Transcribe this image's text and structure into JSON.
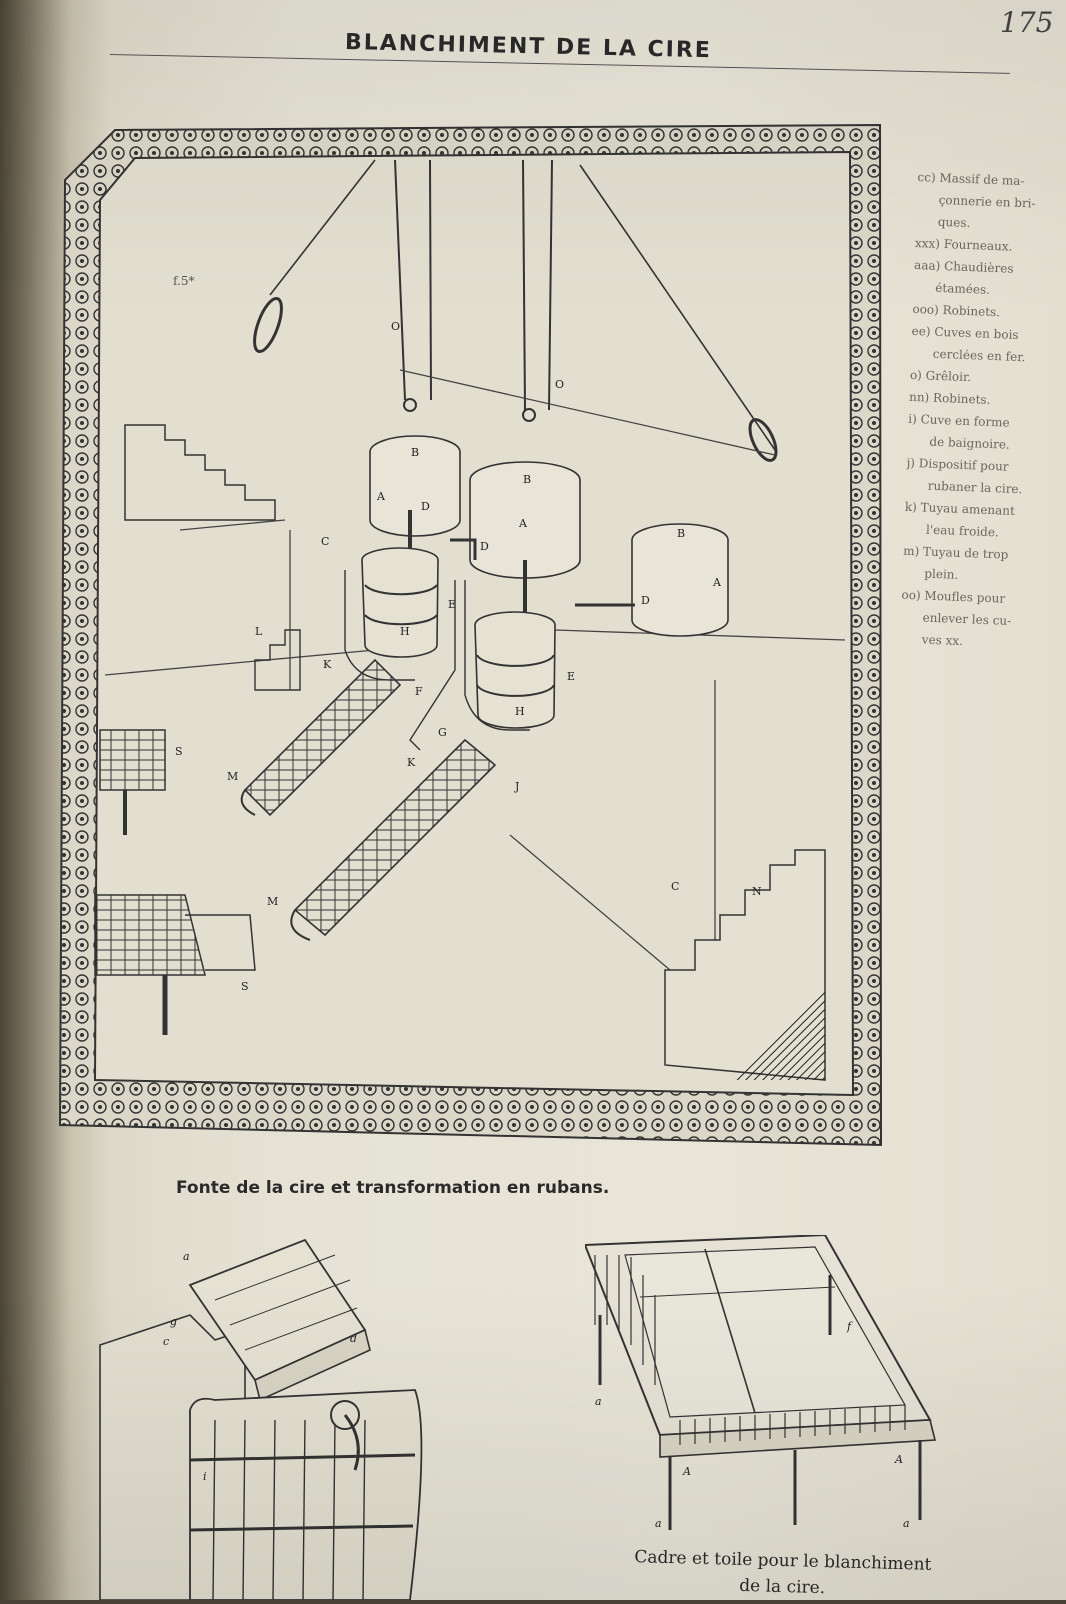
{
  "page_number": "175",
  "title": "BLANCHIMENT DE LA CIRE",
  "main_figure": {
    "caption": "Fonte de la cire et transformation en rubans.",
    "scribble": "f.5*",
    "labels": [
      "B",
      "A",
      "D",
      "B",
      "A",
      "D",
      "B",
      "A",
      "D",
      "C",
      "E",
      "H",
      "E",
      "H",
      "K",
      "K",
      "F",
      "G",
      "J",
      "M",
      "M",
      "C",
      "N",
      "S",
      "S",
      "L",
      "O",
      "O"
    ]
  },
  "legend": [
    {
      "line1": "cc) Massif de ma-",
      "line2": "çonnerie en bri-",
      "line3": "ques."
    },
    {
      "line1": "xxx) Fourneaux."
    },
    {
      "line1": "aaa) Chaudières",
      "line2": "étamées."
    },
    {
      "line1": "ooo) Robinets."
    },
    {
      "line1": "ee) Cuves en bois",
      "line2": "cerclées en fer."
    },
    {
      "line1": "o) Grêloir."
    },
    {
      "line1": "nn) Robinets."
    },
    {
      "line1": "i) Cuve en forme",
      "line2": "de baignoire."
    },
    {
      "line1": "j) Dispositif pour",
      "line2": "rubaner la cire."
    },
    {
      "line1": "k) Tuyau amenant",
      "line2": "l'eau froide."
    },
    {
      "line1": "m) Tuyau de trop",
      "line2": "plein."
    },
    {
      "line1": "oo) Moufles pour",
      "line2": "enlever les cu-",
      "line3": "ves xx."
    }
  ],
  "bottom_left_figure": {
    "labels": [
      "a",
      "d",
      "g",
      "c",
      "i"
    ]
  },
  "bottom_right_figure": {
    "caption_line1": "Cadre et toile pour le blanchiment",
    "caption_line2": "de la cire.",
    "labels": [
      "a",
      "a",
      "a",
      "A",
      "A",
      "f"
    ]
  }
}
